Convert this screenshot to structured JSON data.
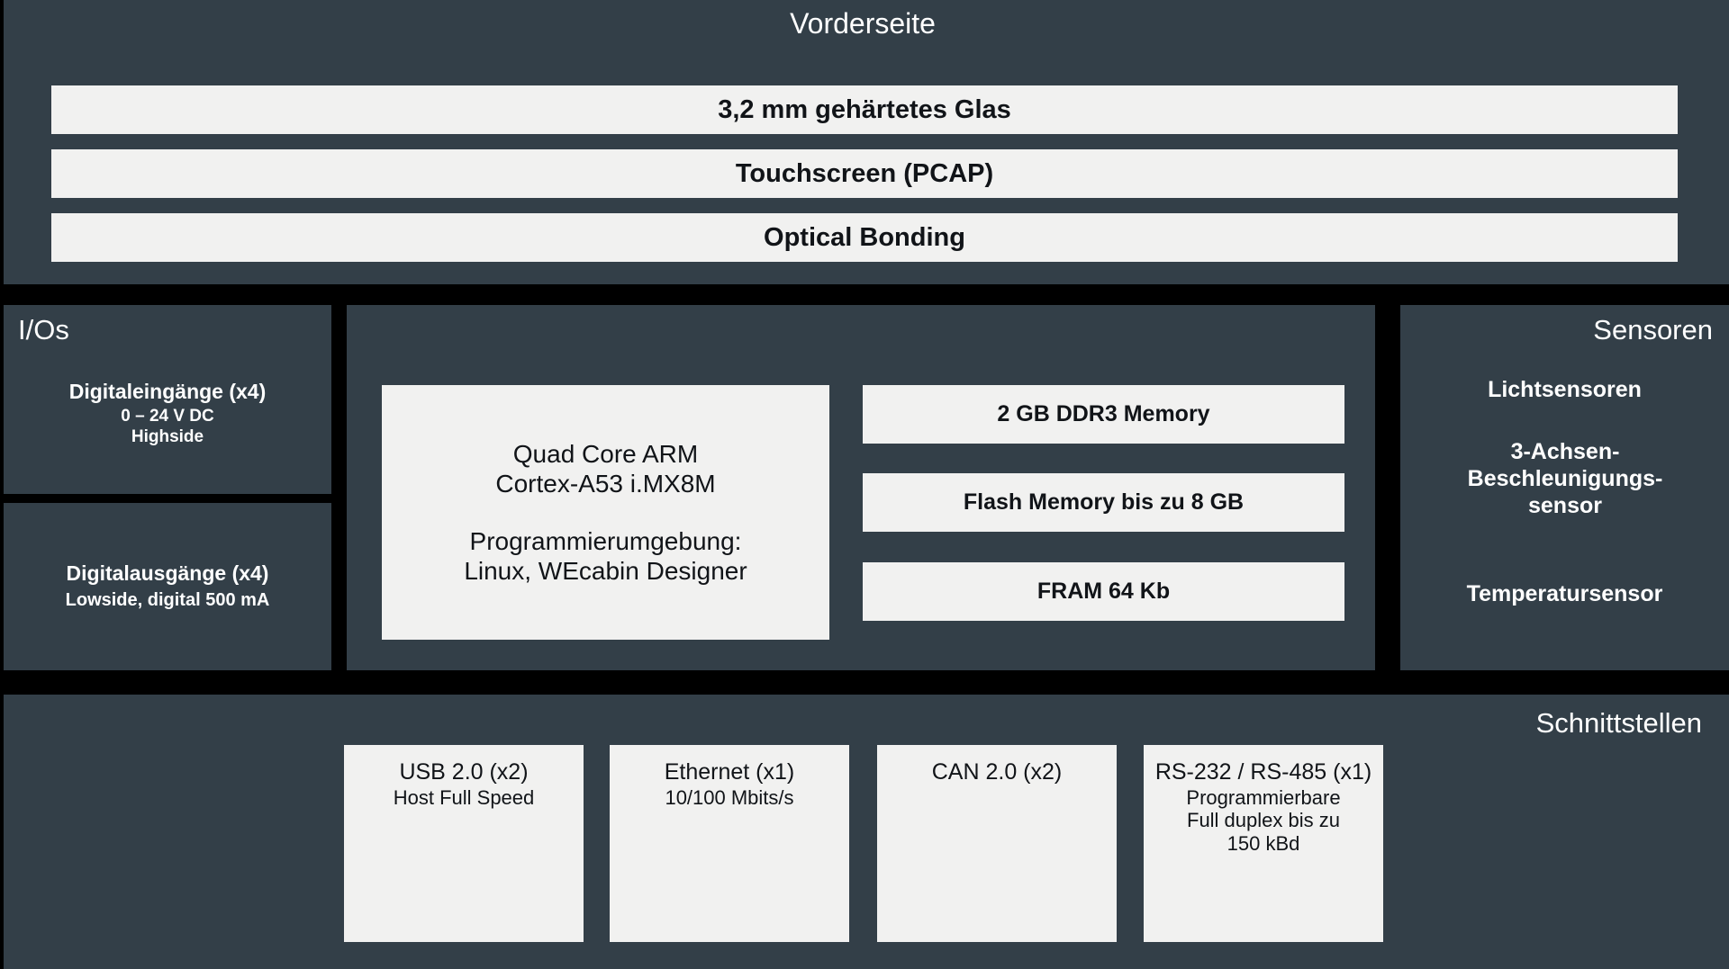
{
  "colors": {
    "panel_dark": "#333f48",
    "box_light": "#f1f1f0",
    "background": "#000000",
    "text_light": "#ffffff",
    "text_dark": "#111418"
  },
  "front": {
    "title": "Vorderseite",
    "layers": [
      "3,2 mm gehärtetes Glas",
      "Touchscreen (PCAP)",
      "Optical Bonding"
    ]
  },
  "ios": {
    "title": "I/Os",
    "blocks": [
      {
        "name": "Digitaleingänge (x4)",
        "detail_line_1": "0 – 24 V DC",
        "detail_line_2": "Highside"
      },
      {
        "name": "Digitalausgänge (x4)",
        "detail_line_1": "Lowside, digital 500 mA"
      }
    ]
  },
  "core": {
    "cpu": {
      "line_1": "Quad Core ARM",
      "line_2": "Cortex-A53 i.MX8M",
      "line_3": "Programmierumgebung:",
      "line_4": "Linux, WEcabin Designer"
    },
    "memory": [
      "2 GB DDR3 Memory",
      "Flash Memory bis zu 8 GB",
      "FRAM 64 Kb"
    ]
  },
  "sensors": {
    "title": "Sensoren",
    "items": [
      "Lichtsensoren",
      "3-Achsen-Beschleunigungs-sensor",
      "Temperatursensor"
    ]
  },
  "interfaces": {
    "title": "Schnittstellen",
    "boxes": [
      {
        "name": "USB 2.0 (x2)",
        "detail_line_1": "Host Full Speed",
        "detail_line_2": "",
        "detail_line_3": ""
      },
      {
        "name": "Ethernet (x1)",
        "detail_line_1": "10/100 Mbits/s",
        "detail_line_2": "",
        "detail_line_3": ""
      },
      {
        "name": "CAN 2.0 (x2)",
        "detail_line_1": "",
        "detail_line_2": "",
        "detail_line_3": ""
      },
      {
        "name": "RS-232 / RS-485 (x1)",
        "detail_line_1": "Programmierbare",
        "detail_line_2": "Full duplex bis zu",
        "detail_line_3": "150 kBd"
      }
    ]
  }
}
